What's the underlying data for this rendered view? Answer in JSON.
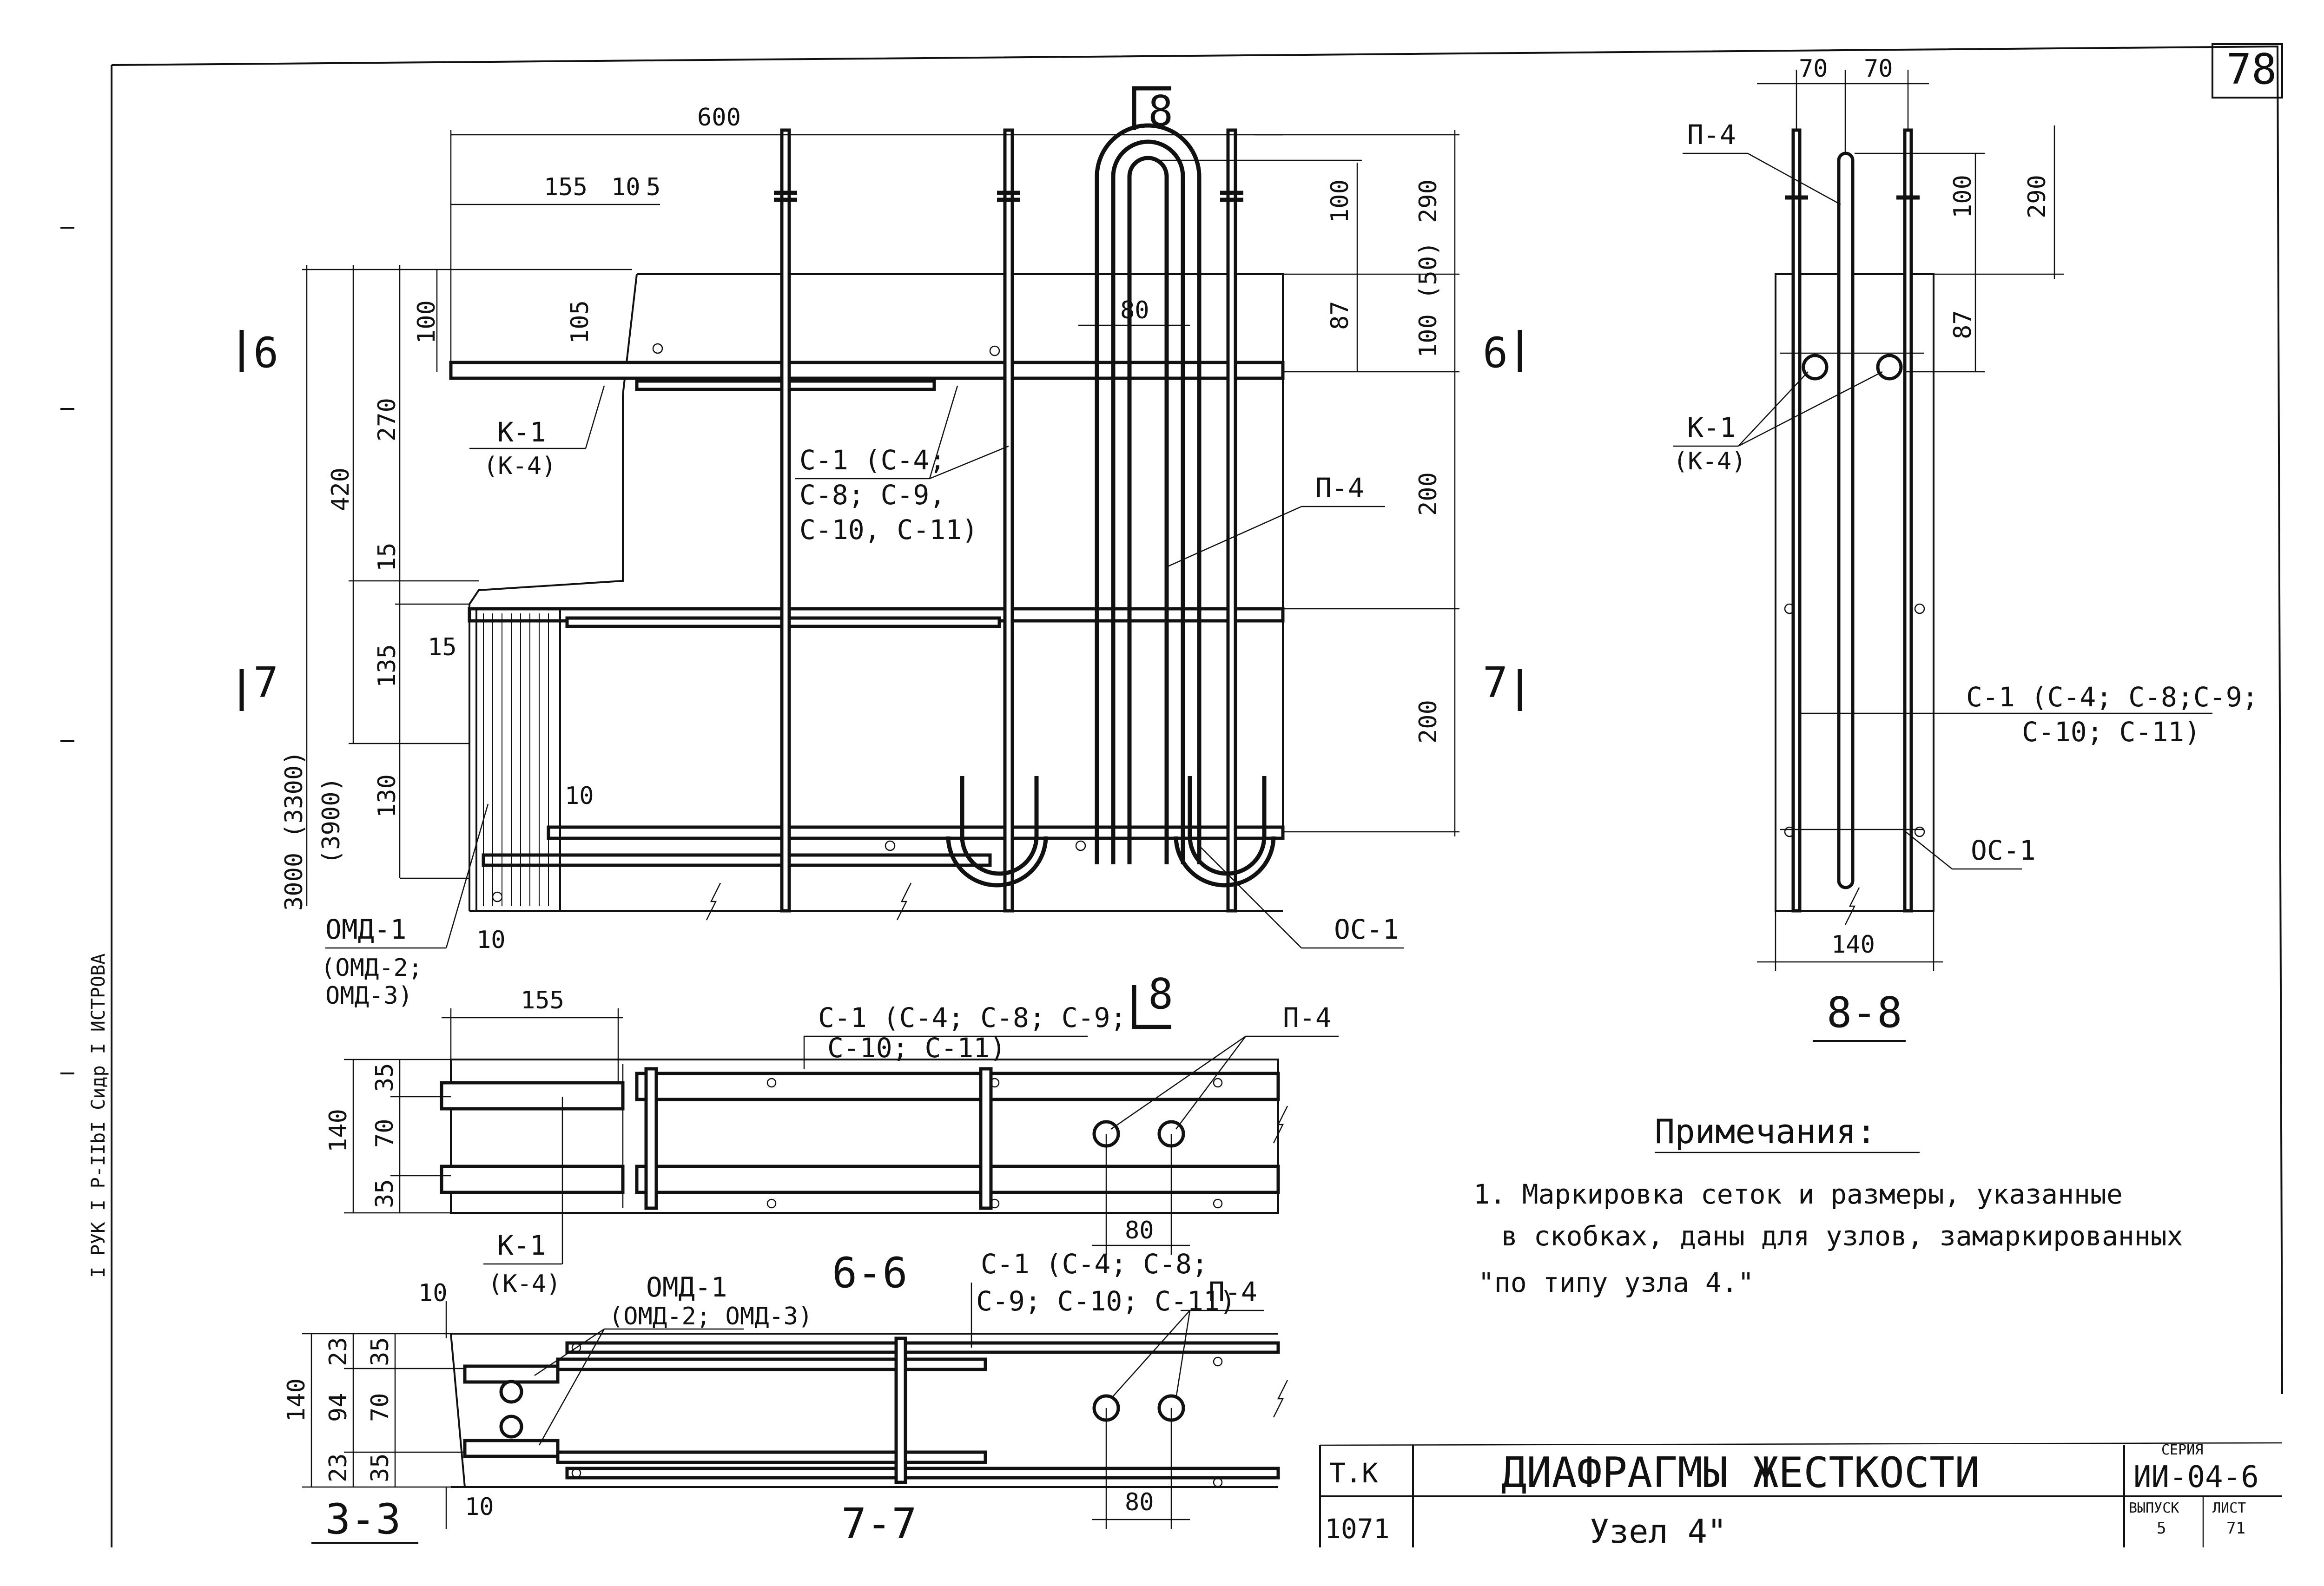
{
  "sheet": {
    "page_number": "78",
    "left_margin_text": "I РУК I Р-IIbI  Сидр  I ИСТРОВА",
    "title_block": {
      "tk": "Т.К",
      "code": "1071",
      "title": "ДИАФРАГМЫ ЖЕСТКОСТИ",
      "subtitle": "Узел 4\"",
      "series_label": "СЕРИЯ",
      "series": "ИИ-04-6",
      "issue_label": "ВЫПУСК",
      "issue": "5",
      "sheet_label": "ЛИСТ",
      "sheet": "71"
    }
  },
  "main_view": {
    "dims": {
      "w600": "600",
      "w155": "155",
      "w10": "10",
      "w5": "5",
      "h100": "100",
      "h105": "105",
      "h270": "270",
      "h420": "420",
      "h15a": "15",
      "h135": "135",
      "h15b": "15",
      "h130": "130",
      "h10": "10",
      "hAll": "3000 (3300)",
      "hAll2": "(3900)",
      "r100": "100",
      "r87": "87",
      "r80": "80",
      "r290": "290",
      "r100_50": "100 (50)",
      "r200a": "200",
      "r200b": "200",
      "b10": "10"
    },
    "labels": {
      "k1": "К-1",
      "k4": "(К-4)",
      "c1_line1": "С-1 (С-4;",
      "c1_line2": "С-8; С-9,",
      "c1_line3": "С-10, С-11)",
      "p4": "П-4",
      "omd1": "ОМД-1",
      "omd2": "(ОМД-2;",
      "omd3": "ОМД-3)",
      "oc1": "ОС-1",
      "cut6l": "6",
      "cut6r": "6",
      "cut7l": "7",
      "cut7r": "7",
      "cut8top": "8",
      "cut8bot": "8"
    }
  },
  "section_88": {
    "dims": {
      "d70a": "70",
      "d70b": "70",
      "d100": "100",
      "d290": "290",
      "d87": "87",
      "d140": "140"
    },
    "labels": {
      "p4": "П-4",
      "k1": "К-1",
      "k4": "(К-4)",
      "c1_line1": "С-1 (С-4; С-8;С-9;",
      "c1_line2": "С-10; С-11)",
      "oc1": "ОС-1",
      "title": "8-8"
    }
  },
  "section_66": {
    "dims": {
      "d155": "155",
      "d140": "140",
      "d35a": "35",
      "d70": "70",
      "d35b": "35",
      "d80": "80"
    },
    "labels": {
      "c1_line1": "С-1 (С-4; С-8; С-9;",
      "c1_line2": "С-10; С-11)",
      "p4": "П-4",
      "k1": "К-1",
      "k4": "(К-4)",
      "title": "6-6"
    }
  },
  "section_77": {
    "dims": {
      "d10top": "10",
      "d140": "140",
      "d23a": "23",
      "d94": "94",
      "d23b": "23",
      "d35a": "35",
      "d70": "70",
      "d35b": "35",
      "d10bot": "10",
      "d80": "80"
    },
    "labels": {
      "omd1": "ОМД-1",
      "omd23": "(ОМД-2; ОМД-3)",
      "c1_line1": "С-1 (С-4; С-8;",
      "c1_line2": "С-9; С-10; С-11)",
      "p4": "П-4",
      "title33": "3-3",
      "title77": "7-7"
    }
  },
  "notes": {
    "heading": "Примечания:",
    "line1": "1. Маркировка сеток и размеры, указанные",
    "line2": "в скобках, даны для узлов, замаркированных",
    "line3": "\"по типу узла 4.\""
  }
}
